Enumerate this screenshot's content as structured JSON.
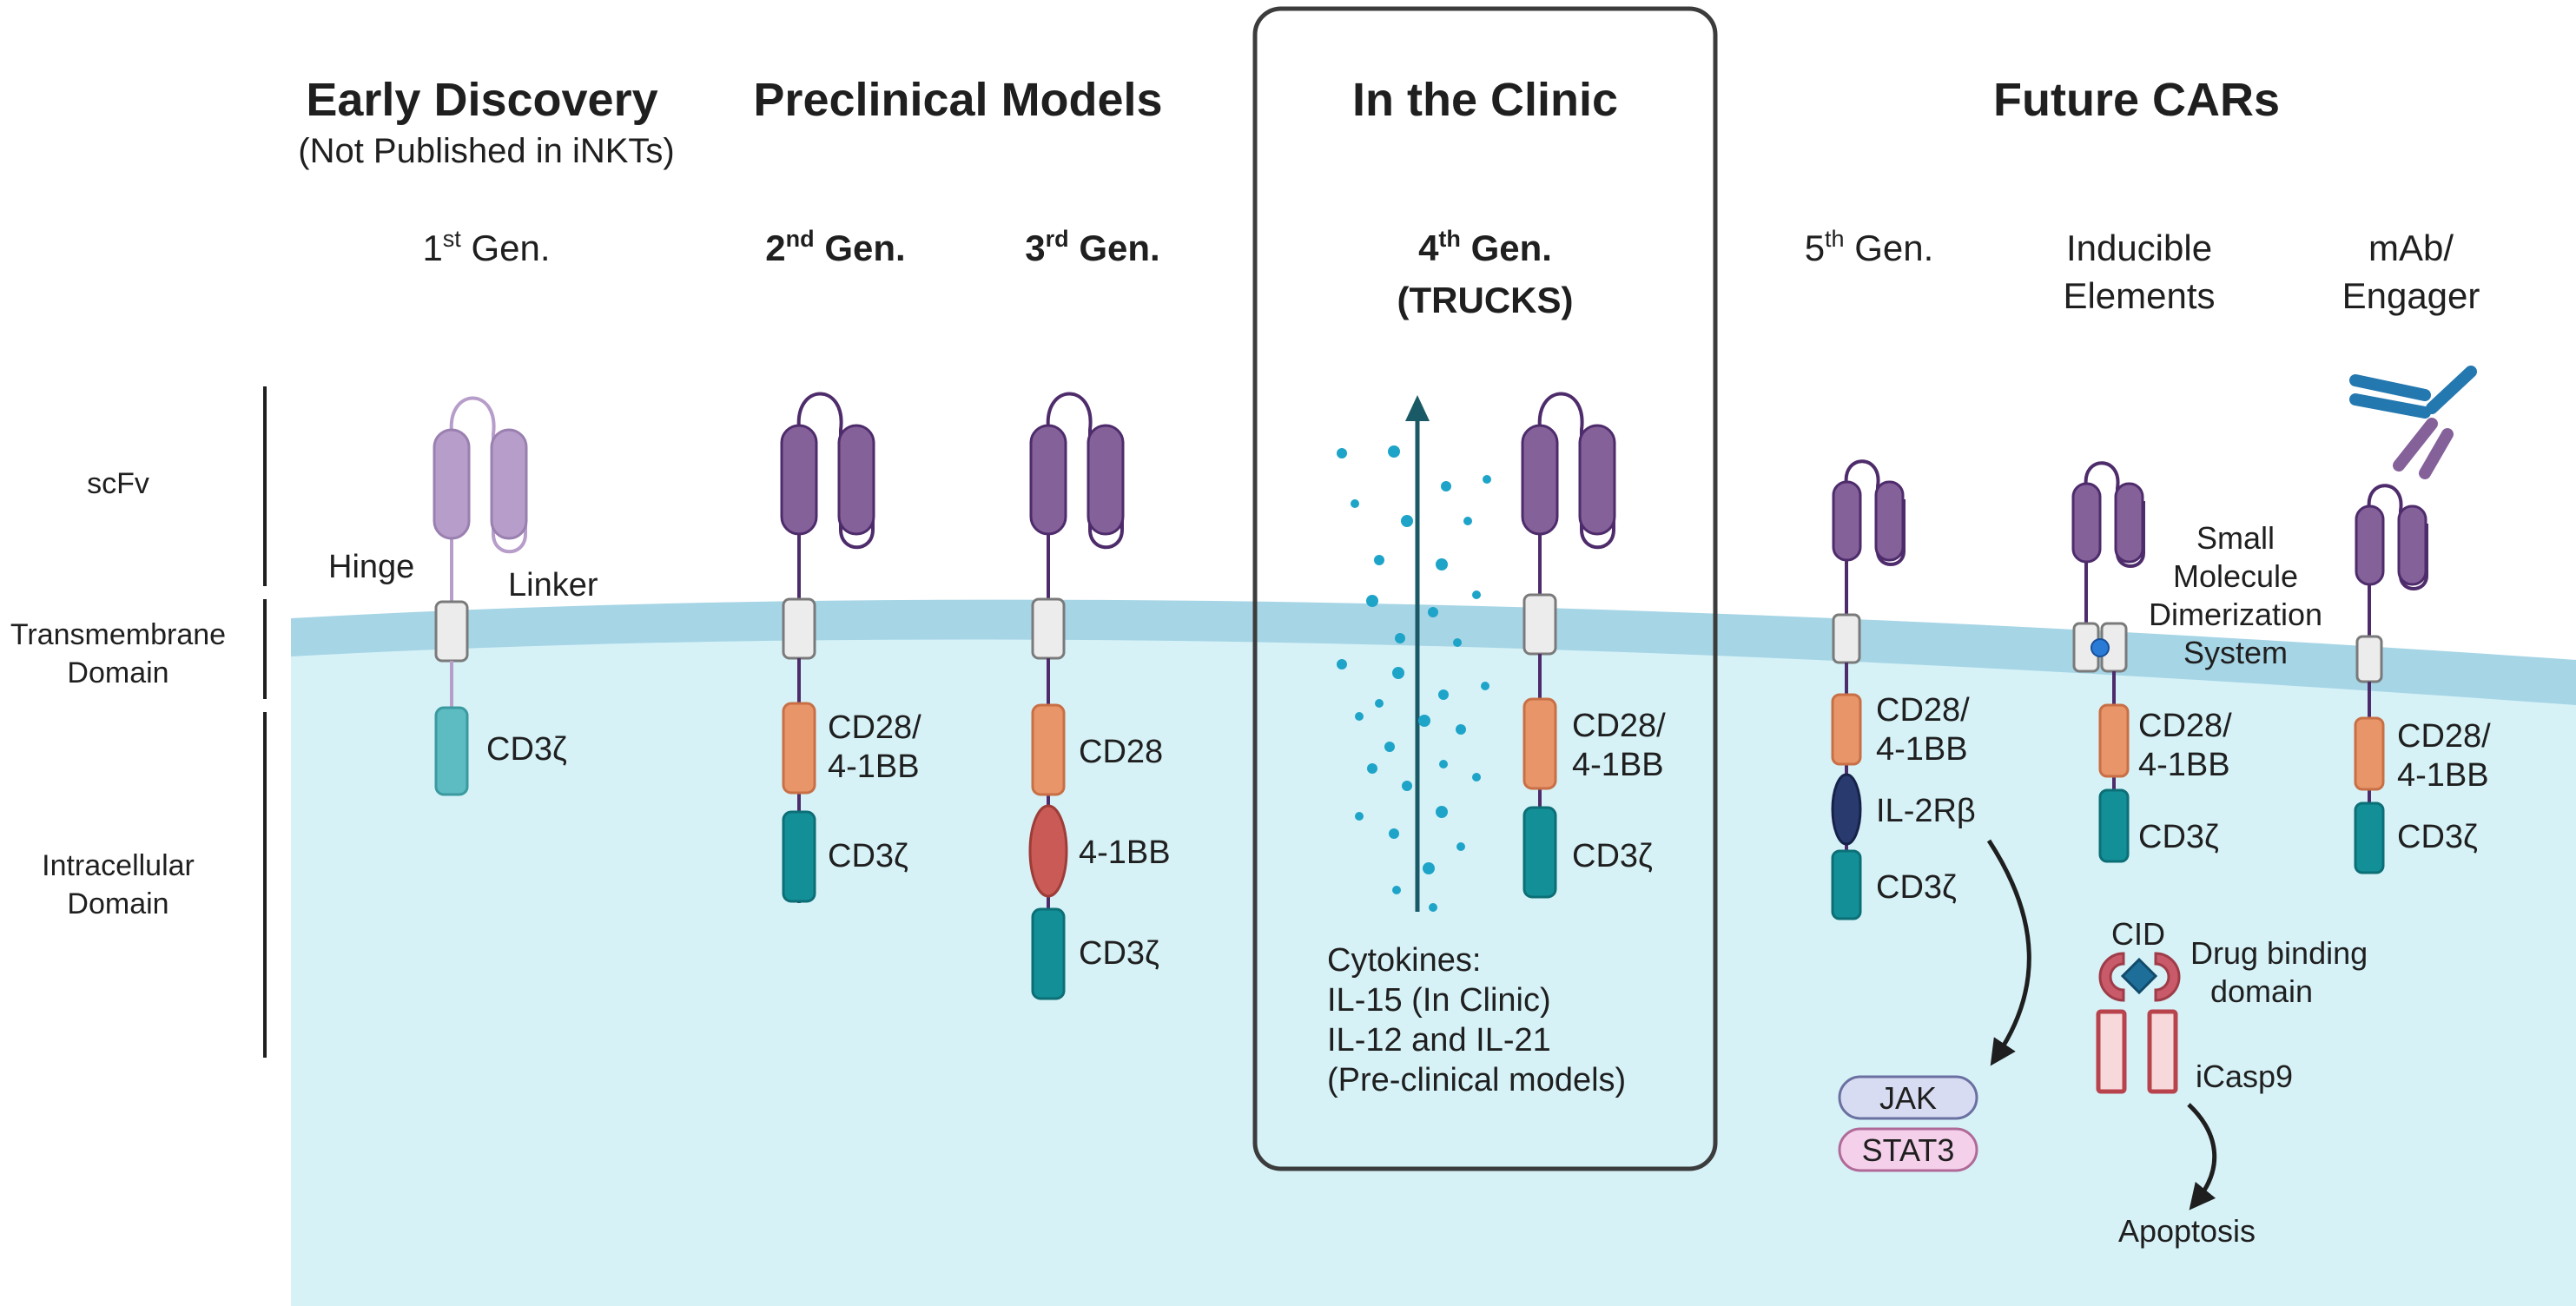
{
  "sections": {
    "early_discovery": {
      "title": "Early Discovery",
      "subtitle": "(Not Published in iNKTs)"
    },
    "preclinical": {
      "title": "Preclinical Models"
    },
    "clinic": {
      "title": "In the Clinic"
    },
    "future": {
      "title": "Future CARs"
    }
  },
  "generations": {
    "gen1": {
      "num": "1",
      "sup": "st",
      "suffix": " Gen."
    },
    "gen2": {
      "num": "2",
      "sup": "nd",
      "suffix": " Gen."
    },
    "gen3": {
      "num": "3",
      "sup": "rd",
      "suffix": " Gen."
    },
    "gen4": {
      "num": "4",
      "sup": "th",
      "suffix": " Gen.",
      "line2": "(TRUCKS)"
    },
    "gen5": {
      "num": "5",
      "sup": "th",
      "suffix": " Gen."
    },
    "inducible": {
      "line1": "Inducible",
      "line2": "Elements"
    },
    "engager": {
      "line1": "mAb/",
      "line2": "Engager"
    }
  },
  "domains": {
    "scfv": "scFv",
    "transmembrane": {
      "line1": "Transmembrane",
      "line2": "Domain"
    },
    "intracellular": {
      "line1": "Intracellular",
      "line2": "Domain"
    }
  },
  "labels": {
    "hinge": "Hinge",
    "linker": "Linker",
    "cd3z": "CD3ζ",
    "cd28_41bb_l1": "CD28/",
    "cd28_41bb_l2": "4-1BB",
    "cd28": "CD28",
    "b41bb": "4-1BB",
    "il2rb": "IL-2Rβ",
    "jak": "JAK",
    "stat3": "STAT3",
    "small_molecule": [
      "Small",
      "Molecule",
      "Dimerization",
      "System"
    ],
    "cid": "CID",
    "drug_binding": [
      "Drug binding",
      "domain"
    ],
    "icasp9": "iCasp9",
    "apoptosis": "Apoptosis",
    "cytokines": [
      "Cytokines:",
      "IL-15 (In Clinic)",
      "IL-12 and IL-21",
      "(Pre-clinical models)"
    ]
  },
  "colors": {
    "cell": "#d6f2f7",
    "membrane": "#a6d5e6",
    "scfv_pale": "#b79dc9",
    "scfv": "#85619a",
    "scfv_stroke": "#4e2c6b",
    "cd3z_pale": "#5cbcc2",
    "cd3z": "#138f98",
    "costim": "#e8956a",
    "b41bb": "#c95a55",
    "il2rb": "#283a6e",
    "cytokine": "#1ea4c8",
    "icasp": "#f7d9dc",
    "icasp_stroke": "#b8434c",
    "antibody": "#2478b0"
  }
}
